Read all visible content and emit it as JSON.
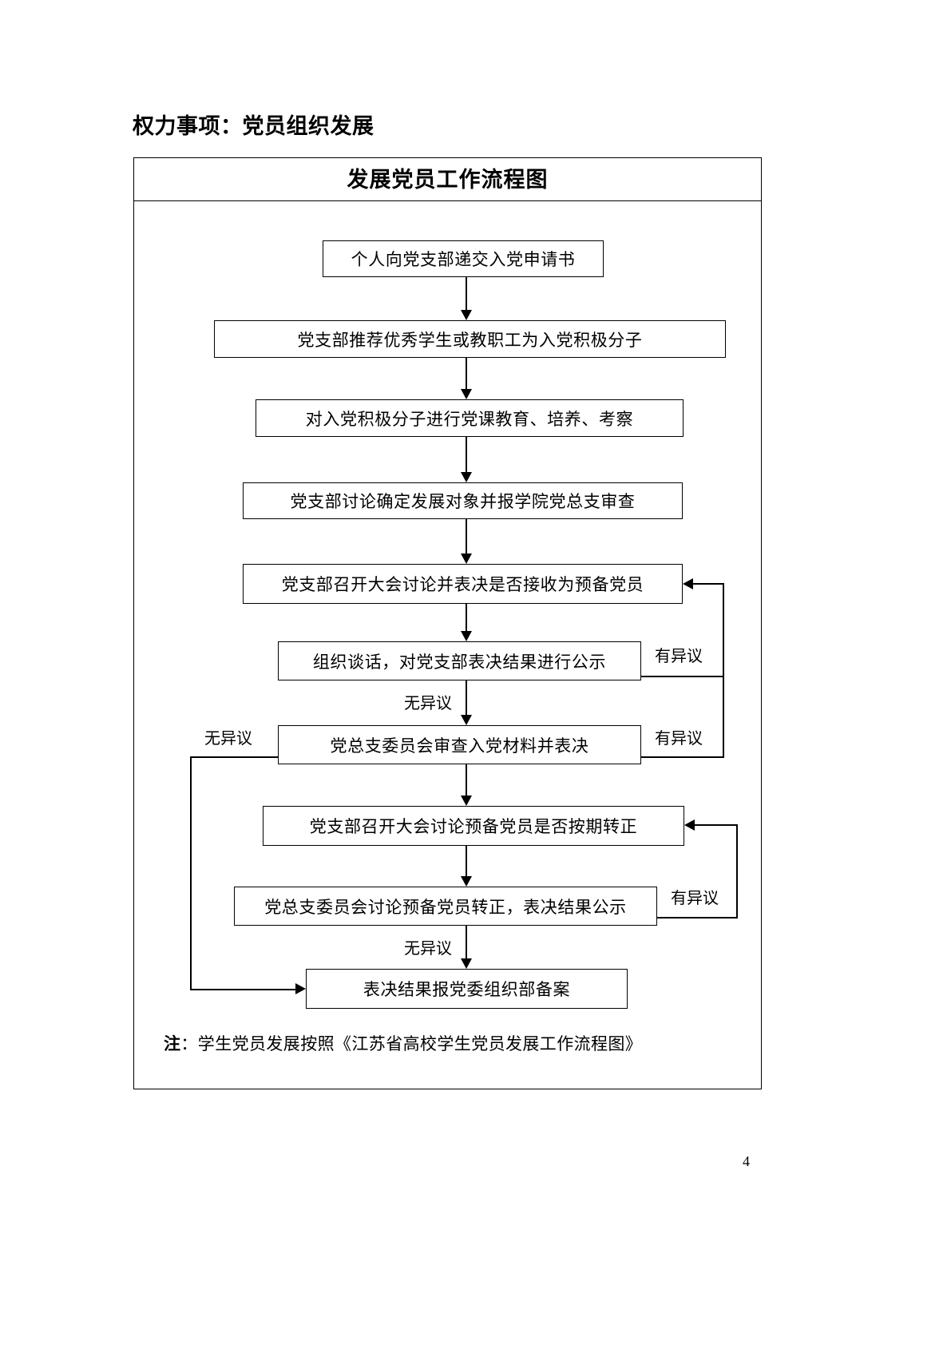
{
  "document": {
    "heading": "权力事项：党员组织发展",
    "flowchart_title": "发展党员工作流程图",
    "note_prefix": "注",
    "note_text": "：学生党员发展按照《江苏省高校学生党员发展工作流程图》",
    "page_number": "4"
  },
  "flowchart": {
    "nodes": [
      {
        "id": "n1",
        "label": "个人向党支部递交入党申请书"
      },
      {
        "id": "n2",
        "label": "党支部推荐优秀学生或教职工为入党积极分子"
      },
      {
        "id": "n3",
        "label": "对入党积极分子进行党课教育、培养、考察"
      },
      {
        "id": "n4",
        "label": "党支部讨论确定发展对象并报学院党总支审查"
      },
      {
        "id": "n5",
        "label": "党支部召开大会讨论并表决是否接收为预备党员"
      },
      {
        "id": "n6",
        "label": "组织谈话，对党支部表决结果进行公示"
      },
      {
        "id": "n7",
        "label": "党总支委员会审查入党材料并表决"
      },
      {
        "id": "n8",
        "label": "党支部召开大会讨论预备党员是否按期转正"
      },
      {
        "id": "n9",
        "label": "党总支委员会讨论预备党员转正，表决结果公示"
      },
      {
        "id": "n10",
        "label": "表决结果报党委组织部备案"
      }
    ],
    "edge_labels": {
      "n6_right": "有异议",
      "n6_down": "无异议",
      "n7_left": "无异议",
      "n7_right": "有异议",
      "n9_right": "有异议",
      "n9_down": "无异议"
    }
  }
}
